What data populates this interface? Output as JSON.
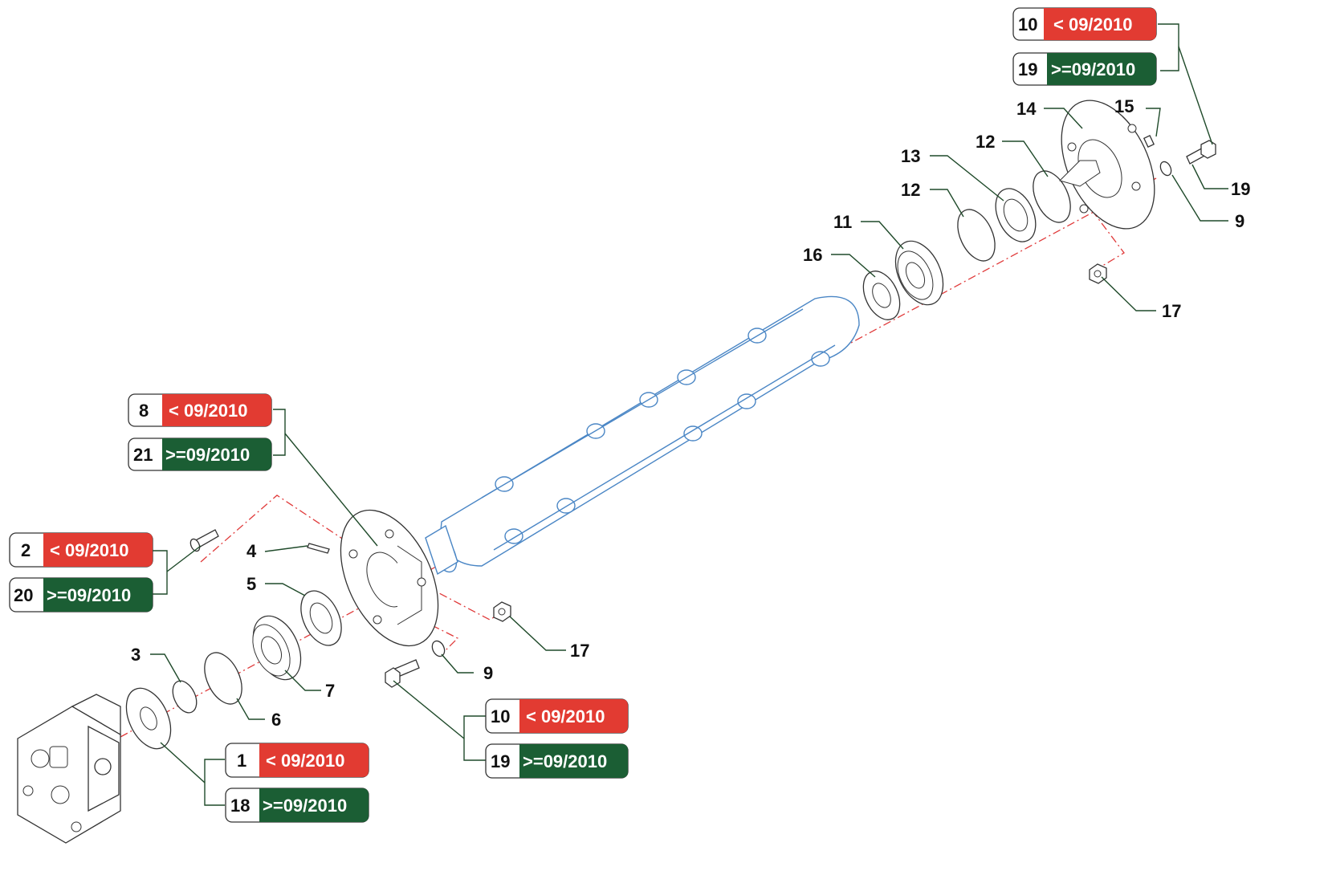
{
  "colors": {
    "before_badge": "#e23b32",
    "after_badge": "#1b5e34",
    "leader_line": "#1f4a2a",
    "axis_line": "#e03a3a",
    "shaft_outline": "#4a86c5"
  },
  "date_labels": {
    "before": "< 09/2010",
    "after": ">=09/2010"
  },
  "badges": [
    {
      "top": "10",
      "bottom": "19"
    },
    {
      "top": "8",
      "bottom": "21"
    },
    {
      "top": "2",
      "bottom": "20"
    },
    {
      "top": "10",
      "bottom": "19"
    },
    {
      "top": "1",
      "bottom": "18"
    }
  ],
  "part_numbers": {
    "n14": "14",
    "n15": "15",
    "n13": "13",
    "n12a": "12",
    "n12b": "12",
    "n11": "11",
    "n16": "16",
    "n19": "19",
    "n9a": "9",
    "n17a": "17",
    "n4": "4",
    "n5": "5",
    "n3": "3",
    "n7": "7",
    "n6": "6",
    "n17b": "17",
    "n9b": "9"
  }
}
